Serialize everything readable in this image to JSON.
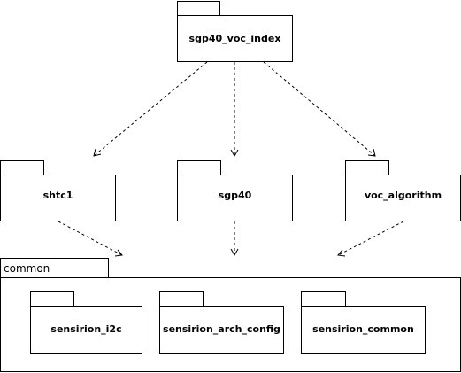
{
  "diagram": {
    "packages": {
      "top": "sgp40_voc_index",
      "middle_left": "shtc1",
      "middle_center": "sgp40",
      "middle_right": "voc_algorithm",
      "inner_left": "sensirion_i2c",
      "inner_center": "sensirion_arch_config",
      "inner_right": "sensirion_common"
    },
    "container": {
      "label": "common"
    },
    "dependencies": [
      {
        "from": "sgp40_voc_index",
        "to": "shtc1"
      },
      {
        "from": "sgp40_voc_index",
        "to": "sgp40"
      },
      {
        "from": "sgp40_voc_index",
        "to": "voc_algorithm"
      },
      {
        "from": "shtc1",
        "to": "common"
      },
      {
        "from": "sgp40",
        "to": "common"
      },
      {
        "from": "voc_algorithm",
        "to": "common"
      }
    ]
  }
}
